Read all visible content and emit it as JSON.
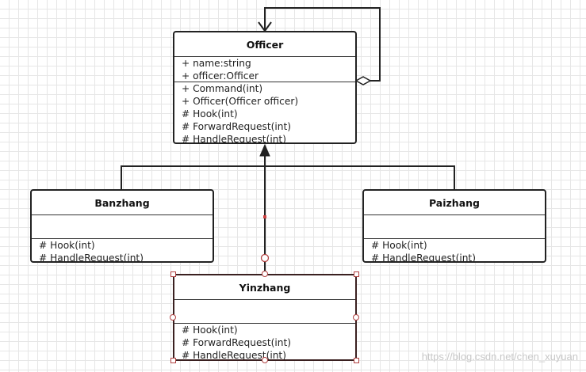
{
  "classes": {
    "officer": {
      "name": "Officer",
      "attributes": [
        "+ name:string",
        "+ officer:Officer"
      ],
      "operations": [
        "+ Command(int)",
        "+ Officer(Officer officer)",
        "# Hook(int)",
        "# ForwardRequest(int)",
        "# HandleRequest(int)"
      ]
    },
    "banzhang": {
      "name": "Banzhang",
      "attributes": [],
      "operations": [
        "# Hook(int)",
        "# HandleRequest(int)"
      ]
    },
    "paizhang": {
      "name": "Paizhang",
      "attributes": [],
      "operations": [
        "# Hook(int)",
        "# HandleRequest(int)"
      ]
    },
    "yinzhang": {
      "name": "Yinzhang",
      "attributes": [],
      "operations": [
        "# Hook(int)",
        "# ForwardRequest(int)",
        "# HandleRequest(int)"
      ]
    }
  },
  "relationships": [
    {
      "type": "aggregation",
      "from": "officer",
      "to": "officer"
    },
    {
      "type": "generalization",
      "from": "banzhang",
      "to": "officer"
    },
    {
      "type": "generalization",
      "from": "paizhang",
      "to": "officer"
    },
    {
      "type": "generalization",
      "from": "yinzhang",
      "to": "officer"
    }
  ],
  "watermark": "https://blog.csdn.net/chen_xuyuan",
  "colors": {
    "stroke": "#222222",
    "selection": "#b04040"
  }
}
